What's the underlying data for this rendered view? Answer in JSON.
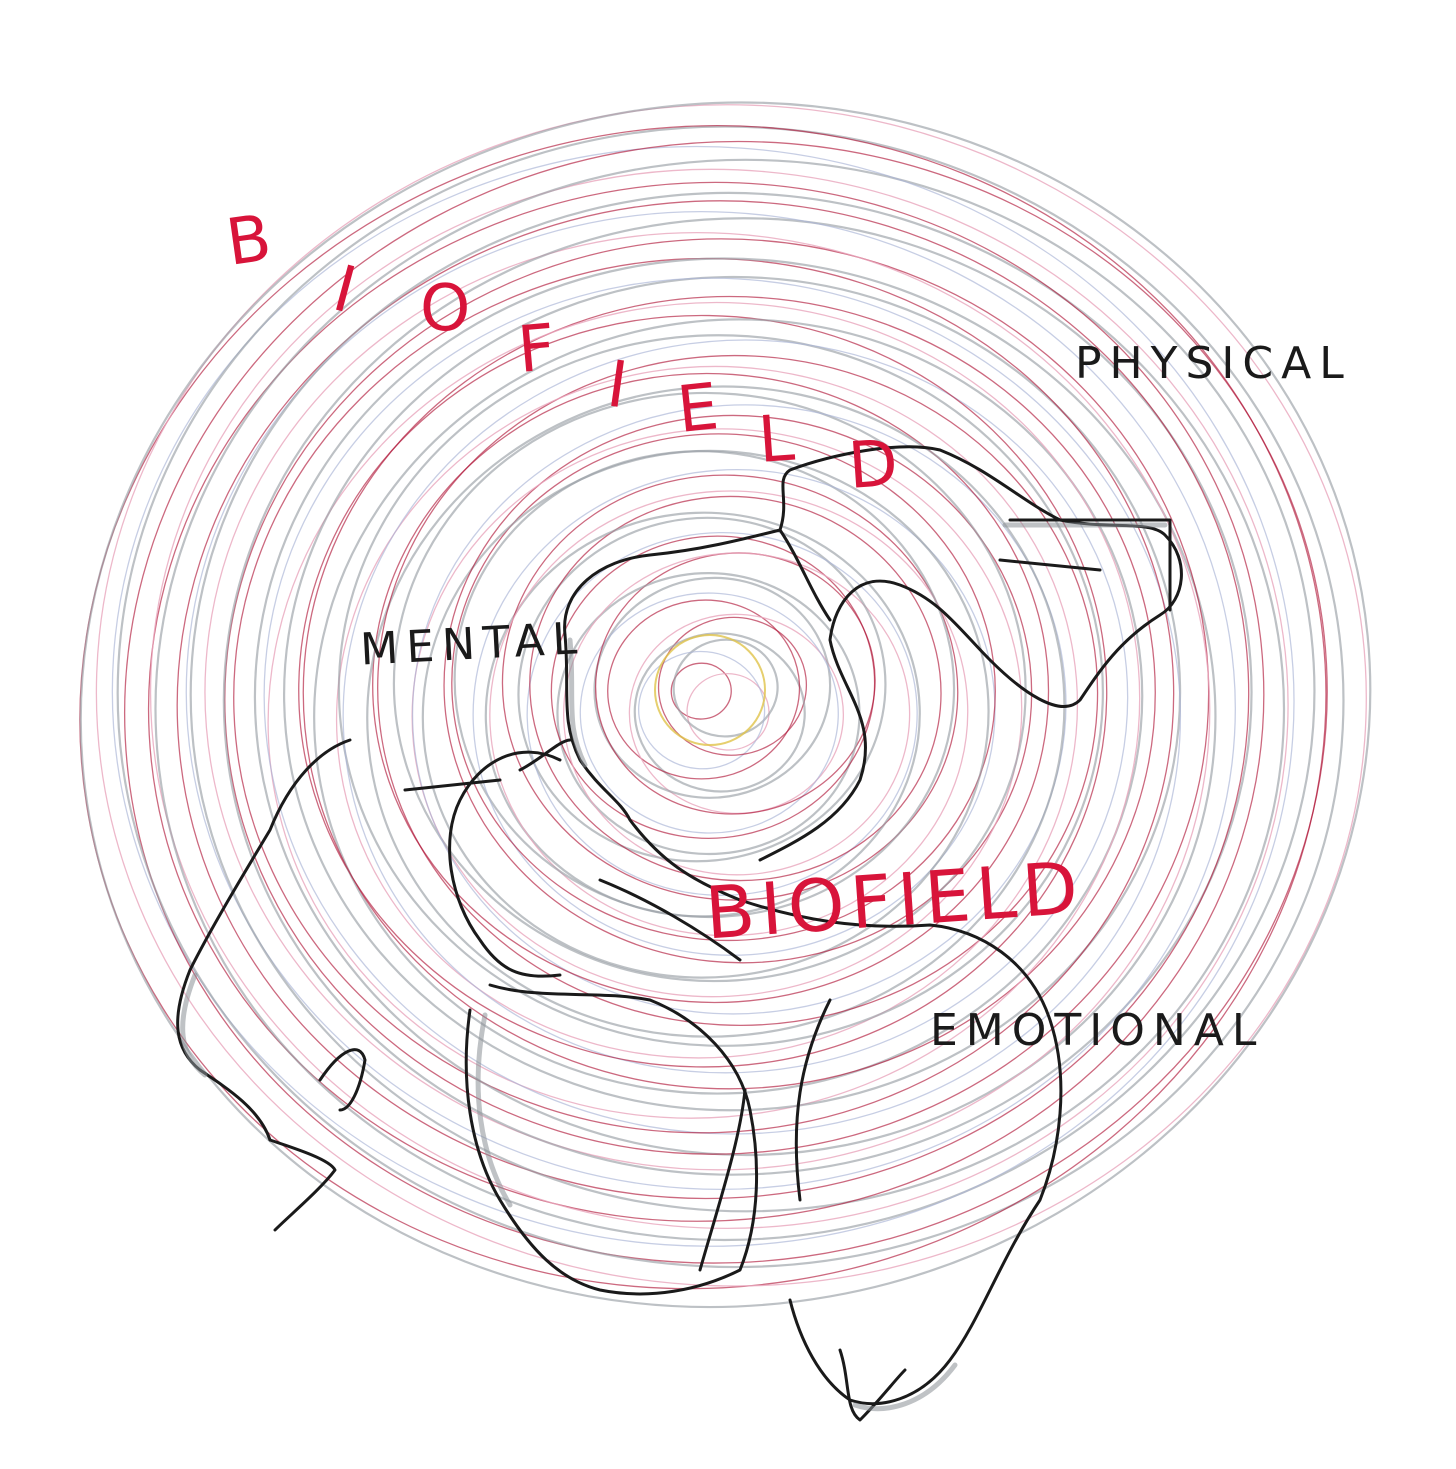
{
  "colors": {
    "background": "#ffffff",
    "ring_red": "#b0183a",
    "ring_pink": "#e8a6bd",
    "ring_grey": "#9aa0a6",
    "ring_blue": "#a9b4d6",
    "ink_red": "#d8143a",
    "ink_black": "#1a1a1a",
    "ink_yellow": "#e0c34a"
  },
  "arc_title": {
    "letters": [
      "B",
      "I",
      "O",
      "F",
      "I",
      "E",
      "L",
      "D"
    ]
  },
  "center_title": "BIOFIELD",
  "labels": {
    "physical": "PHYSICAL",
    "mental": "MENTAL",
    "emotional": "EMOTIONAL"
  }
}
